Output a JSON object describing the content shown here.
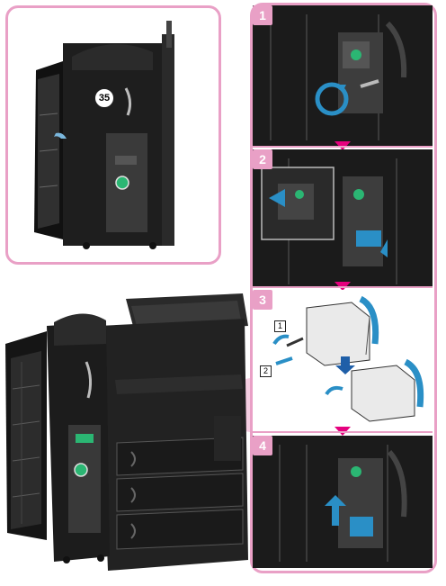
{
  "overview": {
    "callout": "35"
  },
  "steps": [
    {
      "number": "1"
    },
    {
      "number": "2"
    },
    {
      "number": "3",
      "label_1": "1",
      "label_2": "2"
    },
    {
      "number": "4"
    }
  ],
  "colors": {
    "accent": "#e9a0c6",
    "arrow": "#e5007e",
    "highlight": "#2a8fc6",
    "part_green": "#2bb673"
  }
}
